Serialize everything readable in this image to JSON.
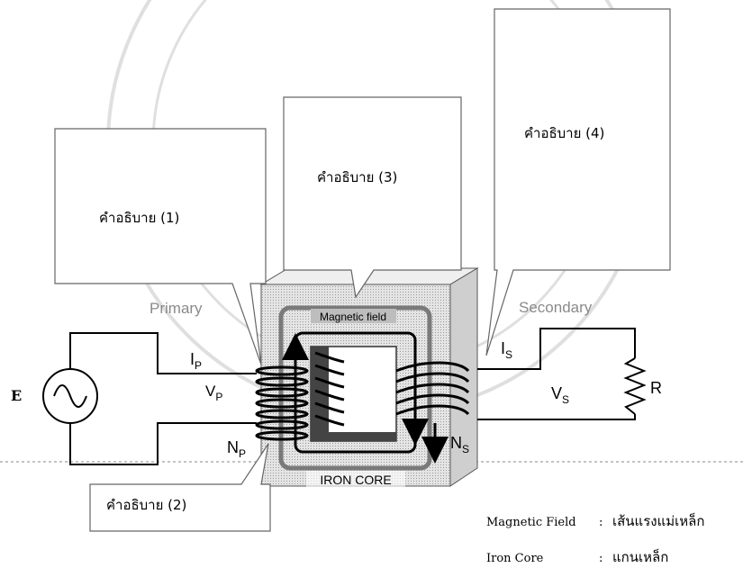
{
  "labels": {
    "primary": "Primary",
    "secondary": "Secondary",
    "magnetic_field": "Magnetic field",
    "iron_core": "IRON CORE",
    "E": "E",
    "Ip_main": "I",
    "Ip_sub": "P",
    "Vp_main": "V",
    "Vp_sub": "P",
    "Np_main": "N",
    "Np_sub": "P",
    "Is_main": "I",
    "Is_sub": "S",
    "Vs_main": "V",
    "Vs_sub": "S",
    "Ns_main": "N",
    "Ns_sub": "S",
    "R": "R"
  },
  "callouts": {
    "c1": "คำอธิบาย (1)",
    "c2": "คำอธิบาย (2)",
    "c3": "คำอธิบาย (3)",
    "c4": "คำอธิบาย (4)"
  },
  "legend": [
    {
      "term": "Magnetic Field",
      "sep": ":",
      "meaning": "เส้นแรงแม่เหล็ก"
    },
    {
      "term": "Iron Core",
      "sep": ":",
      "meaning": "แกนเหล็ก"
    }
  ],
  "colors": {
    "core_fill": "#d9d9d9",
    "core_top": "#ececec",
    "field_line": "#7a7a7a",
    "callout_border": "#666666",
    "label_gray": "#8a8a8a"
  }
}
